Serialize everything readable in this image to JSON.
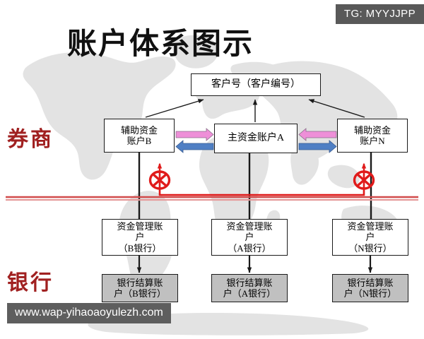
{
  "meta": {
    "title": "账户体系图示",
    "tg_badge": "TG: MYYJJPP",
    "watermark": "www.wap-yihaoaoyulezh.com"
  },
  "side_labels": {
    "broker": "券商",
    "bank": "银行"
  },
  "nodes": {
    "customer": {
      "line1": "客户号（客户编号）"
    },
    "aux_b": {
      "line1": "辅助资金",
      "line2": "账户B"
    },
    "main_a": {
      "line1": "主资金账户A"
    },
    "aux_n": {
      "line1": "辅助资金",
      "line2": "账户N"
    },
    "fund_b": {
      "line1": "资金管理账",
      "line2": "户",
      "line3": "（B银行）"
    },
    "fund_a": {
      "line1": "资金管理账",
      "line2": "户",
      "line3": "（A银行）"
    },
    "fund_n": {
      "line1": "资金管理账",
      "line2": "户",
      "line3": "（N银行）"
    },
    "settle_b": {
      "line1": "银行结算账",
      "line2": "户（B银行）"
    },
    "settle_a": {
      "line1": "银行结算账",
      "line2": "户（A银行）"
    },
    "settle_n": {
      "line1": "银行结算账",
      "line2": "户（N银行）"
    }
  },
  "colors": {
    "badge_bg": "#595959",
    "watermark_bg": "#5e5e5e",
    "side_label": "#a02020",
    "divider_red": "#cc4444",
    "forbid_red": "#e01b1b",
    "arrow_pink": "#ee8fd8",
    "arrow_blue": "#4f7fc4",
    "shaded_box": "#c0c0c0",
    "line_black": "#1a1a1a",
    "map_gray": "#e2e2e2"
  },
  "flows": {
    "pink_label": "pink-block-arrow-toward-main",
    "blue_label": "blue-block-arrow-from-main",
    "forbidden_label": "blocked-transfer"
  }
}
